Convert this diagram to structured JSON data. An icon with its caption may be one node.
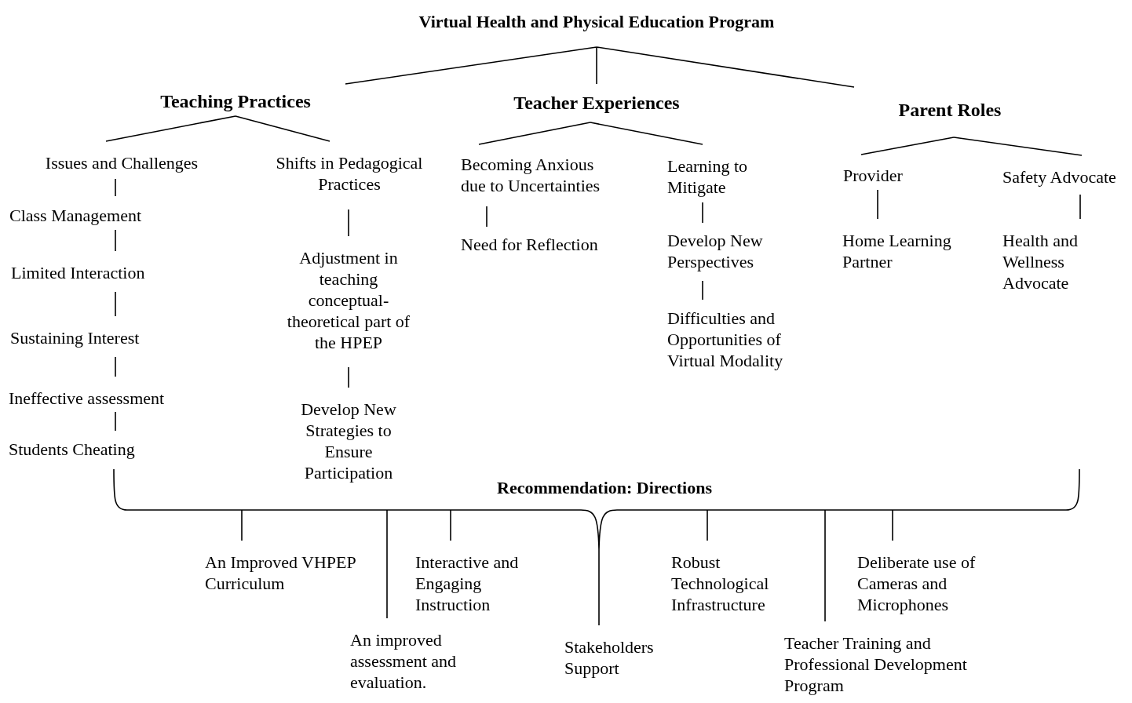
{
  "diagram": {
    "nodes": [
      {
        "text": [
          "Virtual Health and Physical Education Program"
        ]
      },
      {
        "text": [
          "Teaching Practices"
        ]
      },
      {
        "text": [
          "Teacher Experiences"
        ]
      },
      {
        "text": [
          "Parent Roles"
        ]
      },
      {
        "text": [
          "Issues and Challenges"
        ]
      },
      {
        "text": [
          "Shifts in Pedagogical Practices"
        ]
      },
      {
        "text": [
          "Becoming Anxious due to Uncertainties"
        ]
      },
      {
        "text": [
          "Learning to Mitigate"
        ]
      },
      {
        "text": [
          "Provider"
        ]
      },
      {
        "text": [
          "Safety Advocate"
        ]
      },
      {
        "text": [
          "Class Management"
        ]
      },
      {
        "text": [
          "Limited Interaction"
        ]
      },
      {
        "text": [
          "Sustaining Interest"
        ]
      },
      {
        "text": [
          "Ineffective assessment"
        ]
      },
      {
        "text": [
          "Students Cheating"
        ]
      },
      {
        "text": [
          "Adjustment in teaching conceptual-theoretical part of the HPEP"
        ]
      },
      {
        "text": [
          "Develop New Strategies to Ensure Participation"
        ]
      },
      {
        "text": [
          "Need for Reflection"
        ]
      },
      {
        "text": [
          "Develop New Perspectives"
        ]
      },
      {
        "text": [
          "Difficulties and Opportunities of Virtual Modality"
        ]
      },
      {
        "text": [
          "Home Learning Partner"
        ]
      },
      {
        "text": [
          "Health and Wellness Advocate"
        ]
      },
      {
        "text": [
          "Recommendation: Directions"
        ]
      },
      {
        "text": [
          "An Improved VHPEP Curriculum"
        ]
      },
      {
        "text": [
          "An improved assessment and evaluation."
        ]
      },
      {
        "text": [
          "Interactive and Engaging Instruction"
        ]
      },
      {
        "text": [
          "Stakeholders Support"
        ]
      },
      {
        "text": [
          "Robust Technological Infrastructure"
        ]
      },
      {
        "text": [
          "Teacher Training and Professional Development Program"
        ]
      },
      {
        "text": [
          "Deliberate use of Cameras and Microphones"
        ]
      }
    ],
    "edges": [
      {
        "from": 0,
        "to": 1,
        "arrow": "none"
      },
      {
        "from": 0,
        "to": 2,
        "arrow": "none"
      },
      {
        "from": 0,
        "to": 3,
        "arrow": "none"
      },
      {
        "from": 1,
        "to": 4,
        "arrow": "none"
      },
      {
        "from": 1,
        "to": 5,
        "arrow": "none"
      },
      {
        "from": 2,
        "to": 6,
        "arrow": "none"
      },
      {
        "from": 2,
        "to": 7,
        "arrow": "none"
      },
      {
        "from": 3,
        "to": 8,
        "arrow": "none"
      },
      {
        "from": 3,
        "to": 9,
        "arrow": "none"
      },
      {
        "from": 4,
        "to": 10,
        "arrow": "none"
      },
      {
        "from": 10,
        "to": 11,
        "arrow": "none"
      },
      {
        "from": 11,
        "to": 12,
        "arrow": "none"
      },
      {
        "from": 12,
        "to": 13,
        "arrow": "none"
      },
      {
        "from": 13,
        "to": 14,
        "arrow": "none"
      },
      {
        "from": 5,
        "to": 15,
        "arrow": "none"
      },
      {
        "from": 15,
        "to": 16,
        "arrow": "none"
      },
      {
        "from": 6,
        "to": 17,
        "arrow": "none"
      },
      {
        "from": 7,
        "to": 18,
        "arrow": "none"
      },
      {
        "from": 18,
        "to": 19,
        "arrow": "none"
      },
      {
        "from": 8,
        "to": 20,
        "arrow": "none"
      },
      {
        "from": 9,
        "to": 21,
        "arrow": "none"
      },
      {
        "from": 22,
        "to": 23,
        "arrow": "none"
      },
      {
        "from": 22,
        "to": 24,
        "arrow": "none"
      },
      {
        "from": 22,
        "to": 25,
        "arrow": "none"
      },
      {
        "from": 22,
        "to": 26,
        "arrow": "none"
      },
      {
        "from": 22,
        "to": 27,
        "arrow": "none"
      },
      {
        "from": 22,
        "to": 28,
        "arrow": "none"
      },
      {
        "from": 22,
        "to": 29,
        "arrow": "none"
      }
    ]
  }
}
